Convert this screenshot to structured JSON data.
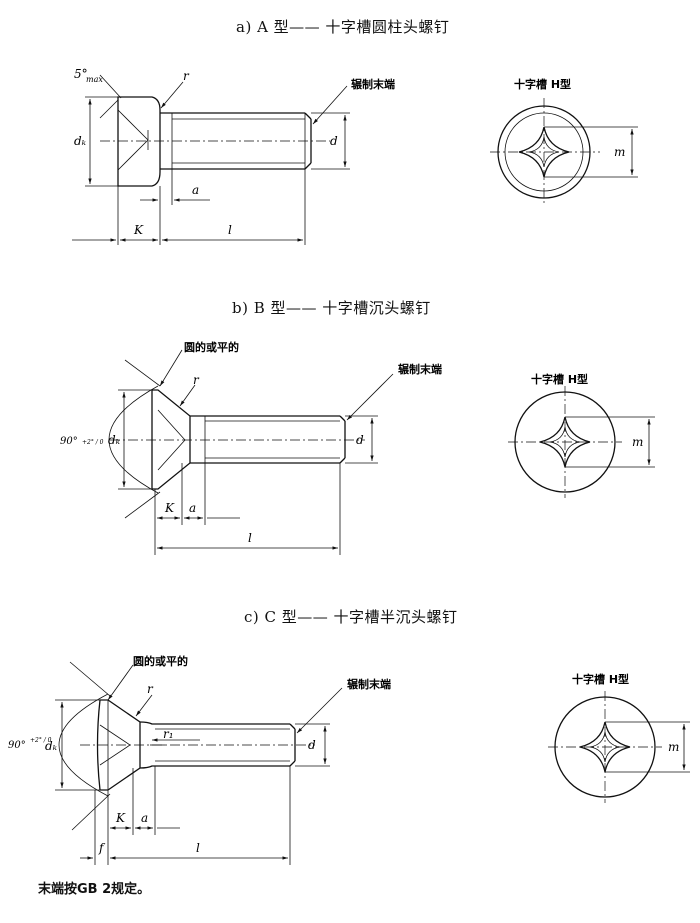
{
  "titles": {
    "a": "a) A 型—— 十字槽圆柱头螺钉",
    "b": "b) B 型—— 十字槽沉头螺钉",
    "c": "c) C 型—— 十字槽半沉头螺钉"
  },
  "labels": {
    "rolled_end": "辗制末端",
    "round_or_flat": "圆的或平的",
    "cross_recess_h": "十字槽 H型",
    "angle_a": "5°",
    "angle_a_sub": "max",
    "angle_bc": "90°",
    "angle_bc_tol": "+2° / 0",
    "r": "r",
    "r1": "r₁",
    "dk": "dₖ",
    "d": "d",
    "k": "K",
    "a": "a",
    "l": "l",
    "m": "m",
    "f": "f"
  },
  "footnote": "末端按GB 2规定。"
}
